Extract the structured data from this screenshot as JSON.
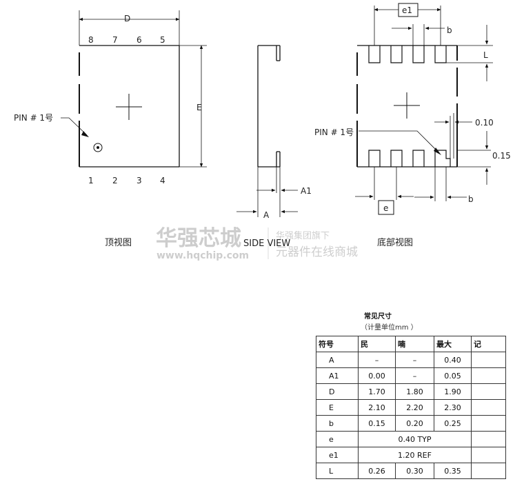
{
  "top_view": {
    "caption": "顶视图",
    "dim_D": "D",
    "dim_E": "E",
    "pin1_label": "PIN # 1号",
    "top_pins": [
      "8",
      "7",
      "6",
      "5"
    ],
    "bottom_pins": [
      "1",
      "2",
      "3",
      "4"
    ]
  },
  "side_view": {
    "caption": "SIDE VIEW",
    "dim_A1": "A1",
    "dim_A": "A"
  },
  "bottom_view": {
    "caption": "底部视图",
    "dim_e1": "e1",
    "dim_b_top": "b",
    "dim_L": "L",
    "dim_010": "0.10",
    "dim_015": "0.15",
    "pin1_label": "PIN # 1号",
    "dim_e": "e",
    "dim_b_bottom": "b"
  },
  "watermark": {
    "brand": "华强芯城",
    "url": "www.hqchip.com",
    "line1": "华强集团旗下",
    "line2": "元器件在线商城"
  },
  "table": {
    "title": "常见尺寸",
    "subtitle": "（计量单位mm ）",
    "headers": [
      "符号",
      "民",
      "喃",
      "最大",
      "记"
    ],
    "rows": [
      {
        "sym": "A",
        "min": "–",
        "nom": "–",
        "max": "0.40"
      },
      {
        "sym": "A1",
        "min": "0.00",
        "nom": "–",
        "max": "0.05"
      },
      {
        "sym": "D",
        "min": "1.70",
        "nom": "1.80",
        "max": "1.90"
      },
      {
        "sym": "E",
        "min": "2.10",
        "nom": "2.20",
        "max": "2.30"
      },
      {
        "sym": "b",
        "min": "0.15",
        "nom": "0.20",
        "max": "0.25"
      },
      {
        "sym": "e",
        "span": "0.40 TYP"
      },
      {
        "sym": "e1",
        "span": "1.20 REF"
      },
      {
        "sym": "L",
        "min": "0.26",
        "nom": "0.30",
        "max": "0.35"
      }
    ]
  }
}
